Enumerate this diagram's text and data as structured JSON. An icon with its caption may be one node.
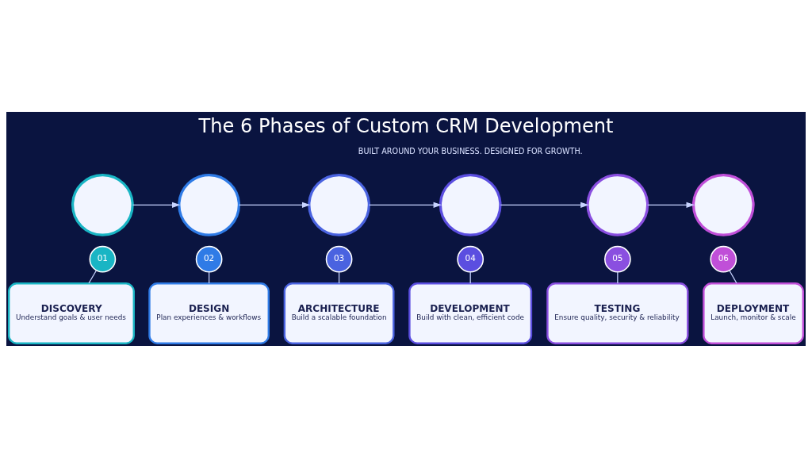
{
  "diagram": {
    "title": "The 6 Phases of Custom CRM Development",
    "nodes": [
      {
        "text": [],
        "shape": "circle"
      },
      {
        "text": [
          "01"
        ]
      },
      {
        "text": [
          "DISCOVERY",
          "Understand goals & user needs"
        ]
      },
      {
        "text": [],
        "shape": "circle"
      },
      {
        "text": [
          "02"
        ]
      },
      {
        "text": [
          "DESIGN",
          "Plan experiences & workflows"
        ]
      },
      {
        "text": [],
        "shape": "circle"
      },
      {
        "text": [
          "03"
        ]
      },
      {
        "text": [
          "ARCHITECTURE",
          "Build a scalable foundation"
        ]
      },
      {
        "text": [],
        "shape": "circle"
      },
      {
        "text": [
          "04"
        ]
      },
      {
        "text": [
          "DEVELOPMENT",
          "Build with clean, efficient code"
        ]
      },
      {
        "text": [],
        "shape": "circle"
      },
      {
        "text": [
          "05"
        ]
      },
      {
        "text": [
          "TESTING",
          "Ensure quality, security & reliability"
        ]
      },
      {
        "text": [],
        "shape": "circle"
      },
      {
        "text": [
          "06"
        ]
      },
      {
        "text": [
          "DEPLOYMENT",
          "Launch, monitor & scale"
        ]
      }
    ],
    "edges": [
      {
        "from": 0,
        "to": 3,
        "arrow": "to"
      },
      {
        "from": 3,
        "to": 6,
        "arrow": "to"
      },
      {
        "from": 6,
        "to": 9,
        "arrow": "to"
      },
      {
        "from": 9,
        "to": 12,
        "arrow": "to"
      },
      {
        "from": 12,
        "to": 15,
        "arrow": "to"
      },
      {
        "from": 1,
        "to": 2,
        "arrow": "none"
      },
      {
        "from": 4,
        "to": 5,
        "arrow": "none"
      },
      {
        "from": 7,
        "to": 8,
        "arrow": "none"
      },
      {
        "from": 10,
        "to": 11,
        "arrow": "none"
      },
      {
        "from": 13,
        "to": 14,
        "arrow": "none"
      },
      {
        "from": 16,
        "to": 17,
        "arrow": "none"
      }
    ],
    "labels": [
      "BUILT AROUND YOUR BUSINESS. DESIGNED FOR GROWTH."
    ]
  }
}
